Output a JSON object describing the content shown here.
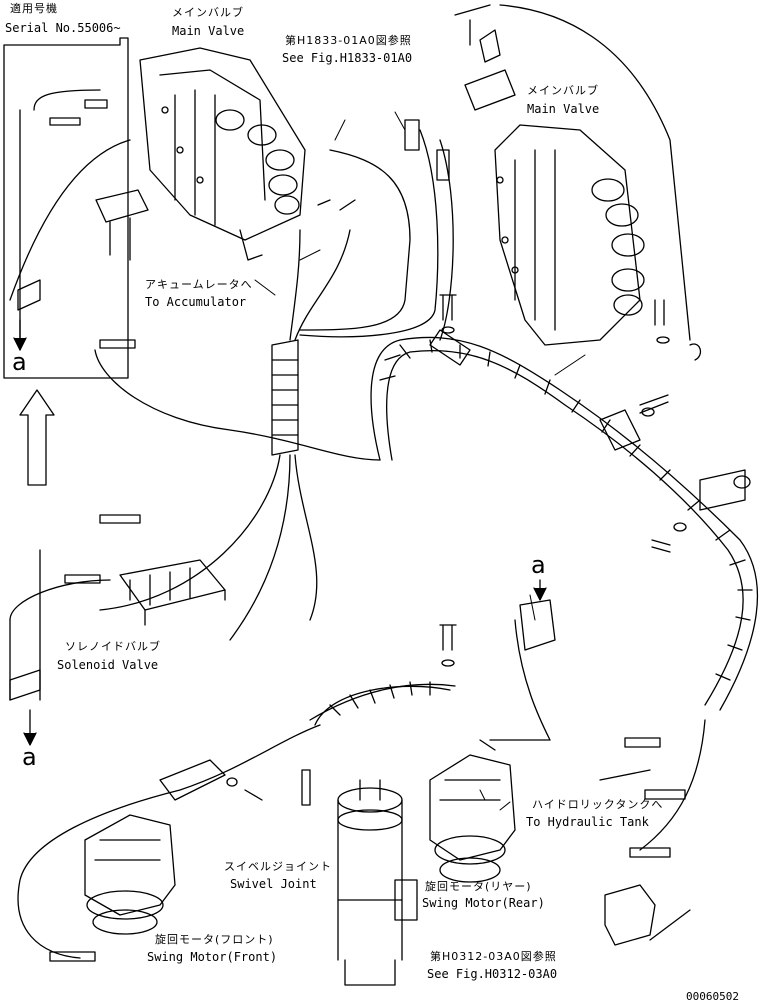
{
  "labels": {
    "serial_jp": "適用号機",
    "serial_en": "Serial No.55006~",
    "main_valve_top_jp": "メインバルブ",
    "main_valve_top_en": "Main Valve",
    "fig_h1833_jp": "第H1833-01A0図参照",
    "fig_h1833_en": "See Fig.H1833-01A0",
    "main_valve_right_jp": "メインバルブ",
    "main_valve_right_en": "Main Valve",
    "accumulator_jp": "アキュームレータへ",
    "accumulator_en": "To Accumulator",
    "solenoid_jp": "ソレノイドバルブ",
    "solenoid_en": "Solenoid Valve",
    "hydraulic_tank_jp": "ハイドロリックタンクへ",
    "hydraulic_tank_en": "To Hydraulic Tank",
    "swivel_jp": "スイベルジョイント",
    "swivel_en": "Swivel Joint",
    "swing_rear_jp": "旋回モータ(リヤー)",
    "swing_rear_en": "Swing Motor(Rear)",
    "swing_front_jp": "旋回モータ(フロント)",
    "swing_front_en": "Swing Motor(Front)",
    "fig_h0312_jp": "第H0312-03A0図参照",
    "fig_h0312_en": "See Fig.H0312-03A0",
    "ref_a_inset": "a",
    "ref_a_left": "a",
    "ref_a_mid": "a",
    "drawing_no": "00060502"
  }
}
